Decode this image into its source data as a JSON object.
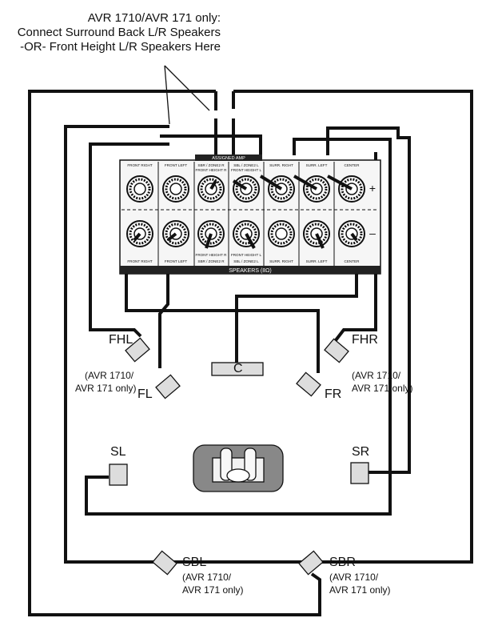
{
  "note": {
    "line1": "AVR 1710/AVR 171 only:",
    "line2": "Connect Surround Back L/R Speakers",
    "line3": "-OR- Front Height L/R Speakers Here"
  },
  "panel": {
    "assign_label": "ASSIGNED AMP",
    "footer": "SPEAKERS (8Ω)",
    "plus": "+",
    "minus": "–",
    "top_labels": [
      "FRONT RIGHT",
      "FRONT LEFT",
      "SBR / ZONE2 R",
      "SBL / ZONE2 L",
      "SURR. RIGHT",
      "SURR. LEFT",
      "CENTER"
    ],
    "top_labels_2": [
      "",
      "",
      "FRONT HEIGHT R",
      "FRONT HEIGHT L",
      "",
      "",
      ""
    ],
    "bottom_labels": [
      "FRONT RIGHT",
      "FRONT LEFT",
      "SBR / ZONE2 R",
      "SBL / ZONE2 L",
      "SURR. RIGHT",
      "SURR. LEFT",
      "CENTER"
    ],
    "bottom_labels_2": [
      "",
      "",
      "FRONT HEIGHT R",
      "FRONT HEIGHT L",
      "",
      "",
      ""
    ]
  },
  "speakers": {
    "fhl": {
      "label": "FHL",
      "sub1": "(AVR 1710/",
      "sub2": "AVR 171 only)"
    },
    "fl": {
      "label": "FL"
    },
    "c": {
      "label": "C"
    },
    "fr": {
      "label": "FR"
    },
    "fhr": {
      "label": "FHR",
      "sub1": "(AVR 1710/",
      "sub2": "AVR 171 only)"
    },
    "sl": {
      "label": "SL"
    },
    "sr": {
      "label": "SR"
    },
    "sbl": {
      "label": "SBL",
      "sub1": "(AVR 1710/",
      "sub2": "AVR 171 only)"
    },
    "sbr": {
      "label": "SBR",
      "sub1": "(AVR 1710/",
      "sub2": "AVR 171 only)"
    }
  }
}
